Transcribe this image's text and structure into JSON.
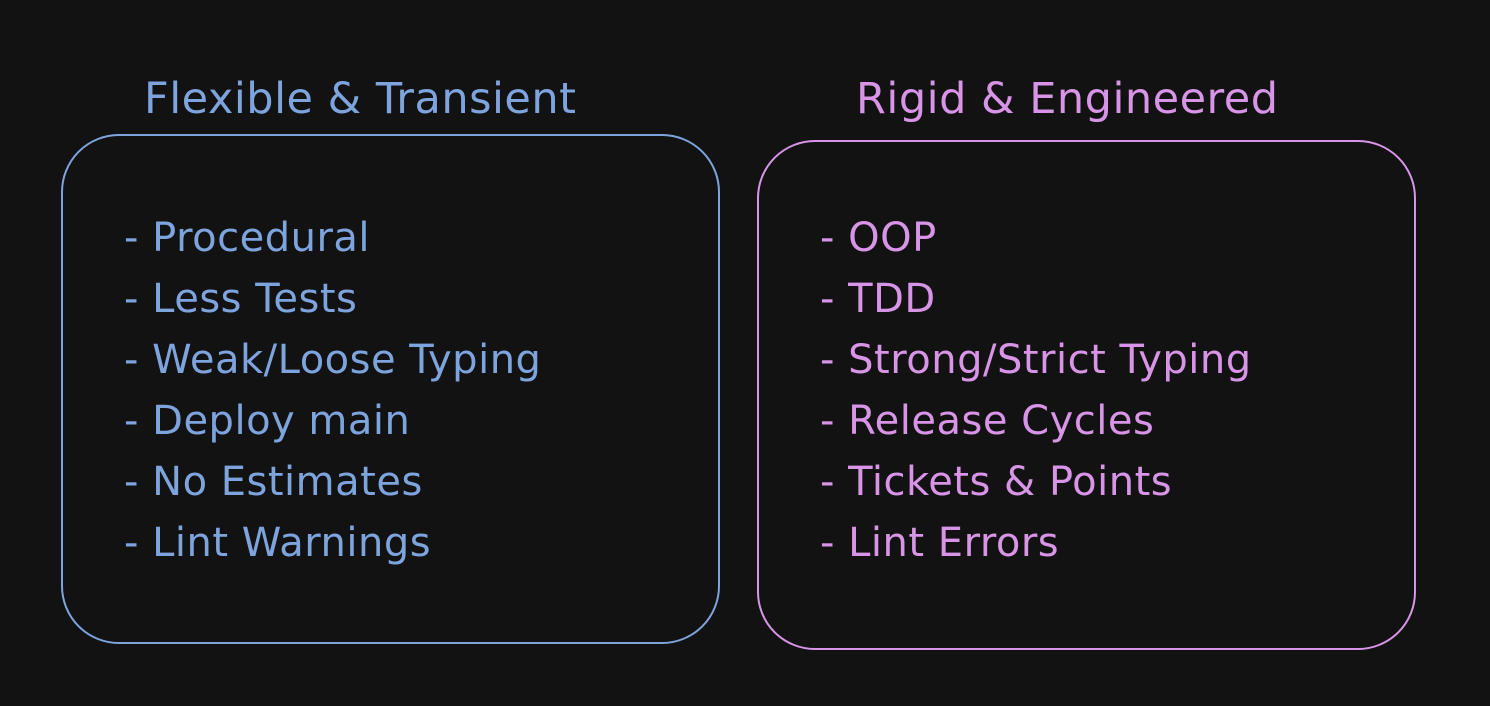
{
  "colors": {
    "background": "#121212",
    "left_accent": "#7ea4de",
    "right_accent": "#d894e6"
  },
  "left": {
    "title": "Flexible & Transient",
    "items": [
      "- Procedural",
      "- Less Tests",
      "- Weak/Loose Typing",
      "- Deploy main",
      "- No Estimates",
      "- Lint Warnings"
    ]
  },
  "right": {
    "title": "Rigid & Engineered",
    "items": [
      "- OOP",
      "- TDD",
      "- Strong/Strict Typing",
      "- Release Cycles",
      "- Tickets & Points",
      "- Lint Errors"
    ]
  }
}
